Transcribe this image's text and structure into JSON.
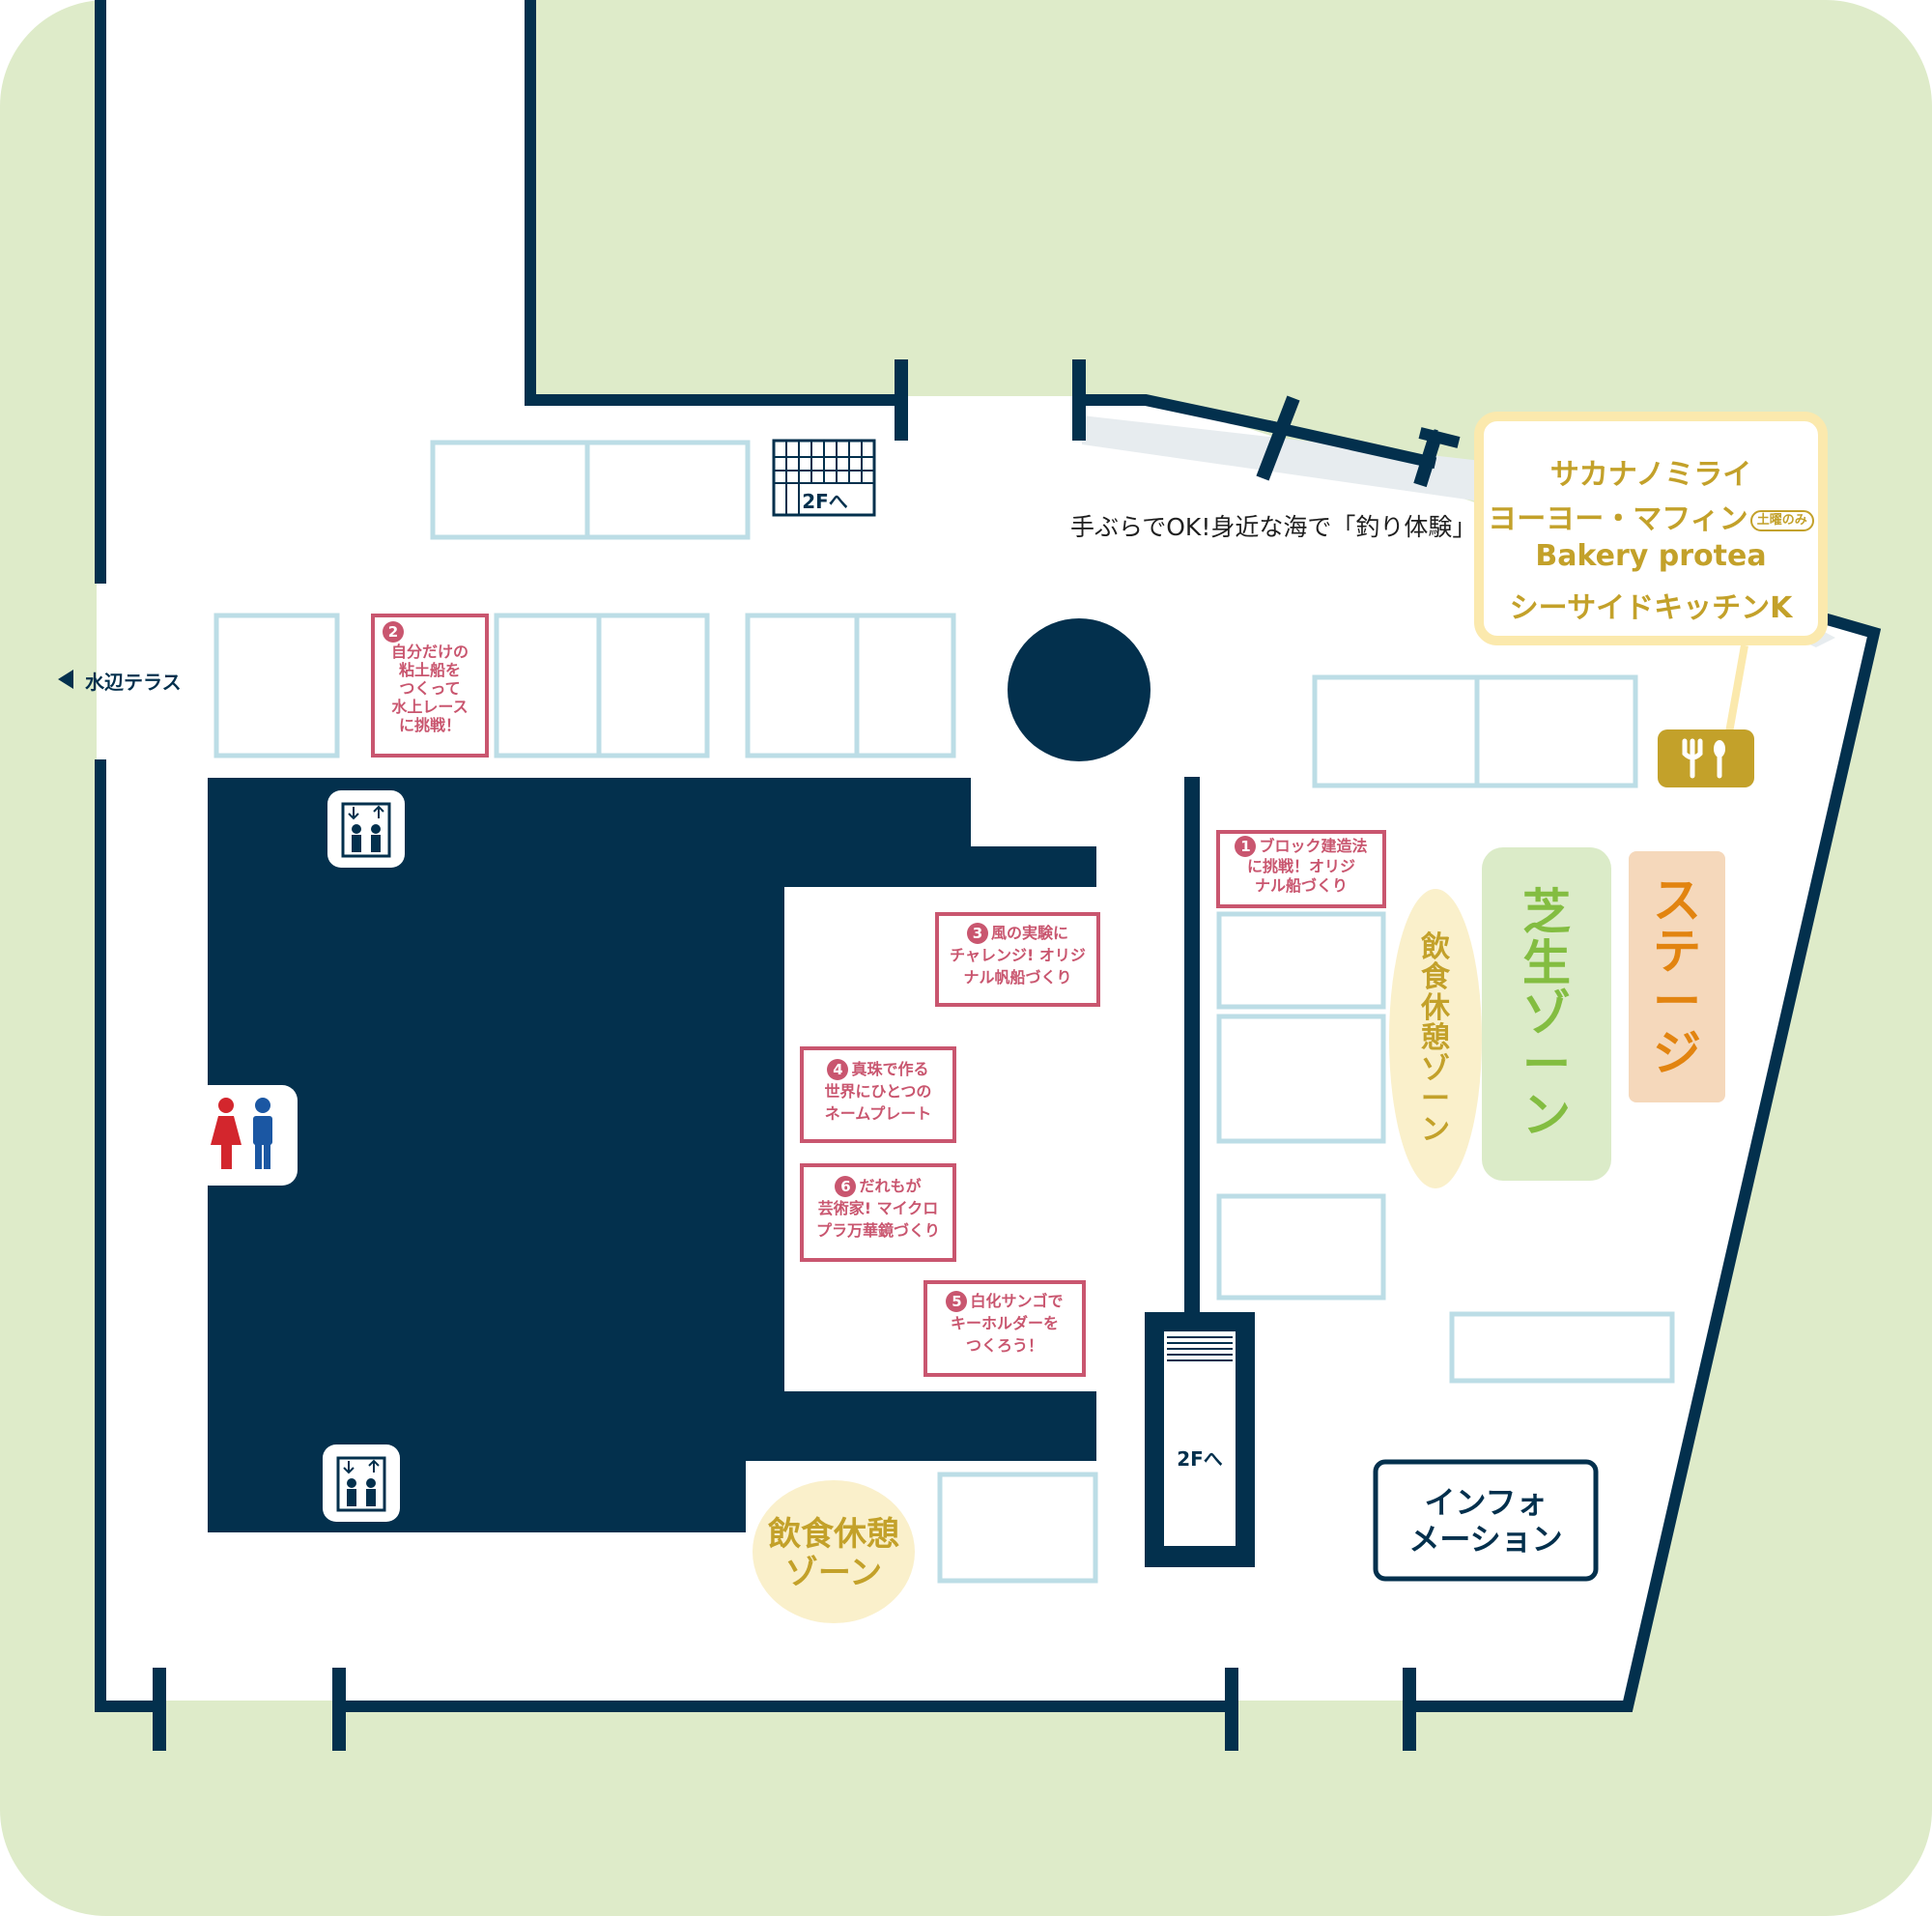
{
  "map": {
    "colors": {
      "lawn": "#deebc9",
      "wall": "#03304d",
      "booth_border": "#bcdde6",
      "activity": "#c9566f",
      "food": "#c3a12a",
      "lawn_zone": "#83bd41",
      "stage": "#e28410",
      "stage_bg": "#f5d8bb",
      "lawn_zone_bg": "#dbebc8",
      "rest_bg": "#faf0cb"
    },
    "labels": {
      "stairs_2f_top": "2Fへ",
      "stairs_2f_right": "2Fへ",
      "exit_west": "水辺テラス",
      "notice": "手ぶらでOK!身近な海で「釣り体験」をしてみよう!",
      "information": [
        "インフォ",
        "メーション"
      ]
    },
    "icons": {
      "elevator_top": "elevator-icon",
      "elevator_bottom": "elevator-icon",
      "restroom": "restroom-icon",
      "restaurant": "fork-spoon-icon",
      "arrow_west": "triangle-left-icon"
    },
    "food": {
      "shops": [
        "サカナノミライ",
        "ヨーヨー・マフィン",
        "Bakery protea",
        "シーサイドキッチンK"
      ],
      "saturday_only": "土曜のみ"
    },
    "zones": {
      "rest_right": [
        "飲",
        "食",
        "休",
        "憩",
        "ゾ",
        "ー",
        "ン"
      ],
      "lawn": [
        "芝",
        "生",
        "ゾ",
        "ー",
        "ン"
      ],
      "stage": [
        "ス",
        "テ",
        "ー",
        "ジ"
      ],
      "rest_bottom": [
        "飲食休憩",
        "ゾーン"
      ]
    },
    "activities": [
      {
        "num": "1",
        "lines": [
          "ブロック建造法",
          "に挑戦！オリジ",
          "ナル船づくり"
        ]
      },
      {
        "num": "2",
        "lines": [
          "自分だけの",
          "粘土船を",
          "つくって",
          "水上レース",
          "に挑戦！"
        ]
      },
      {
        "num": "3",
        "lines": [
          "風の実験に",
          "チャレンジ! オリジ",
          "ナル帆船づくり"
        ]
      },
      {
        "num": "4",
        "lines": [
          "真珠で作る",
          "世界にひとつの",
          "ネームプレート"
        ]
      },
      {
        "num": "5",
        "lines": [
          "白化サンゴで",
          "キーホルダーを",
          "つくろう！"
        ]
      },
      {
        "num": "6",
        "lines": [
          "だれもが",
          "芸術家! マイクロ",
          "プラ万華鏡づくり"
        ]
      }
    ]
  }
}
